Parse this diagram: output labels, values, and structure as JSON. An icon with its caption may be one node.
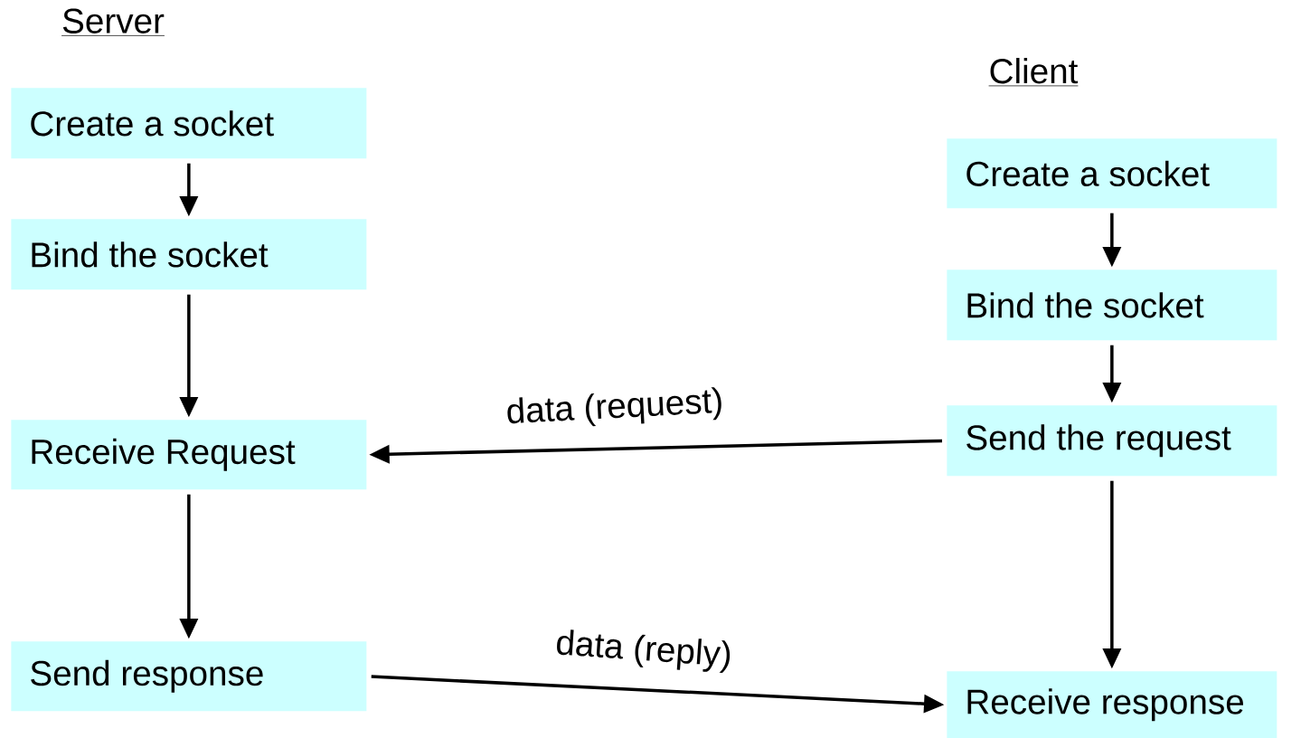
{
  "diagram": {
    "nodes": [
      {
        "text": [
          "Create a socket"
        ]
      },
      {
        "text": [
          "Bind the socket"
        ]
      },
      {
        "text": [
          "Receive Request"
        ]
      },
      {
        "text": [
          "Send response"
        ]
      },
      {
        "text": [
          "Create a socket"
        ]
      },
      {
        "text": [
          "Bind the socket"
        ]
      },
      {
        "text": [
          "Send the request"
        ]
      },
      {
        "text": [
          "Receive response"
        ]
      }
    ],
    "edges": [
      {
        "from": 0,
        "to": 1,
        "arrow": "to"
      },
      {
        "from": 1,
        "to": 2,
        "arrow": "to"
      },
      {
        "from": 2,
        "to": 3,
        "arrow": "to"
      },
      {
        "from": 4,
        "to": 5,
        "arrow": "to"
      },
      {
        "from": 5,
        "to": 6,
        "arrow": "to"
      },
      {
        "from": 6,
        "to": 7,
        "arrow": "to"
      },
      {
        "from": 6,
        "to": 2,
        "arrow": "to",
        "label": "data (request)"
      },
      {
        "from": 3,
        "to": 7,
        "arrow": "to",
        "label": "data (reply)"
      }
    ],
    "labels": [
      "Server",
      "Client"
    ]
  }
}
